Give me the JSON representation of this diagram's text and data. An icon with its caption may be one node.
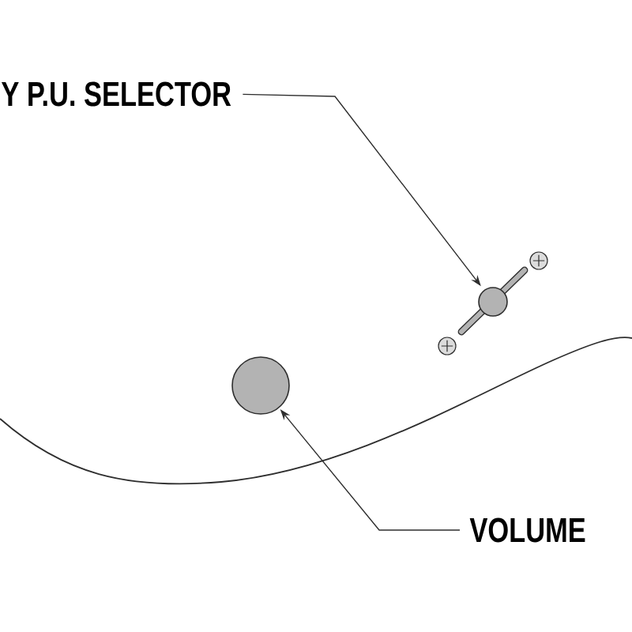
{
  "diagram": {
    "nodes": [
      {
        "text": [
          "Y P.U. SELECTOR"
        ]
      },
      {
        "text": [],
        "shape": "circle"
      },
      {
        "text": [],
        "shape": "circle"
      },
      {
        "text": [
          "VOLUME"
        ]
      }
    ],
    "edges": [
      {
        "from": 0,
        "to": 1,
        "arrow": "to"
      },
      {
        "from": 3,
        "to": 2,
        "arrow": "to"
      }
    ]
  }
}
